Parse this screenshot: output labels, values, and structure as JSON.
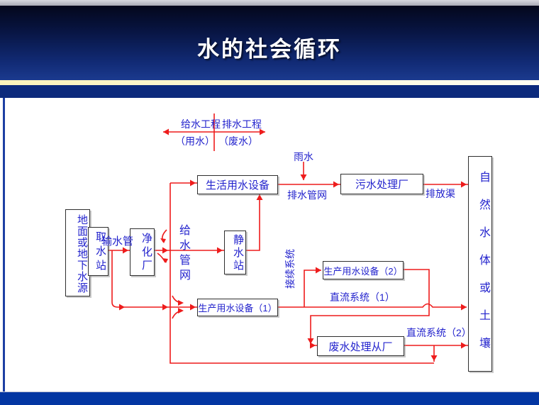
{
  "slide": {
    "title": "水的社会循环"
  },
  "colors": {
    "accent_red": "#ee1c1c",
    "text_blue": "#2323cd",
    "header_navy": "#0c2a7c",
    "bottom_strip": "#0336a2"
  },
  "legend": {
    "supply": "给水工程",
    "supply_sub": "（用水）",
    "drain": "排水工程",
    "drain_sub": "（废水）"
  },
  "labels": {
    "rain": "雨水",
    "drain_net": "排水管网",
    "outfall": "排放渠",
    "trans_pipe": "输水管",
    "supply_net": "给水管网",
    "reuse_system": "接续系统",
    "once_through_1": "直流系统（1）",
    "once_through_2": "直流系统（2）"
  },
  "boxes": {
    "source": "地面或地下水源",
    "intake": "取水站",
    "purify": "净化厂",
    "still": "静水站",
    "domestic": "生活用水设备",
    "sewage_plant": "污水处理厂",
    "prod1": "生产用水设备（1）",
    "prod2": "生产用水设备（2）",
    "waste_treat": "废水处理从厂",
    "nature": "自然水体或土壤"
  }
}
